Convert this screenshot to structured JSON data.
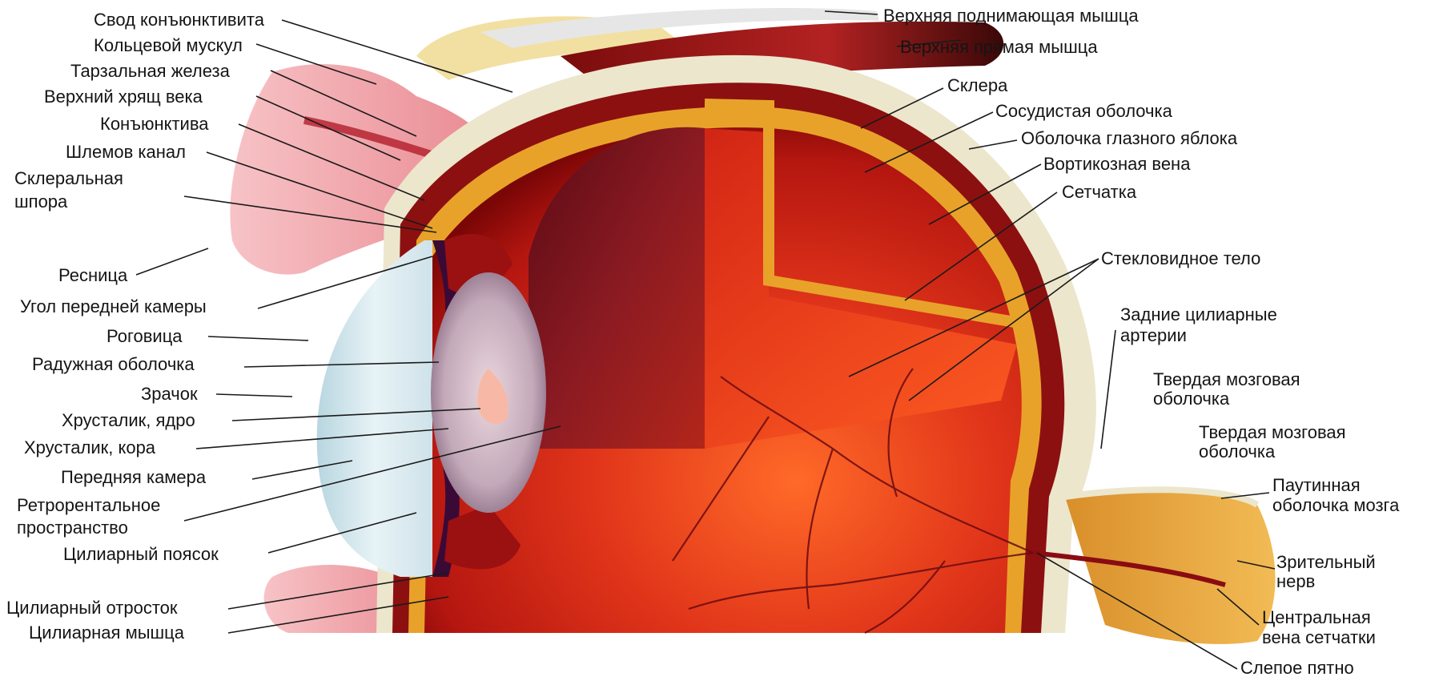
{
  "diagram": {
    "labels": {
      "svod": "Свод конъюнктивита",
      "koltsevoy": "Кольцевой мускул",
      "tarzalnaya": "Тарзальная железа",
      "khryashch": "Верхний хрящ века",
      "konyunktiva": "Конъюнктива",
      "shlemov": "Шлемов канал",
      "skleralnaya_1": "Склеральная",
      "skleralnaya_2": "шпора",
      "resnitsa": "Ресница",
      "ugol": "Угол передней камеры",
      "rogovitsa": "Роговица",
      "raduzhnaya": "Радужная оболочка",
      "zrachok": "Зрачок",
      "yadro": "Хрусталик, ядро",
      "kora": "Хрусталик, кора",
      "perednyaya": "Передняя камера",
      "retro_1": "Ретрорентальное",
      "retro_2": "пространство",
      "poyasok": "Цилиарный поясок",
      "otrostok": "Цилиарный отросток",
      "myshtsa": "Цилиарная мышца",
      "verkh_podn": "Верхняя поднимающая мышца",
      "verkh_pryam": "Верхняя прямая мышца",
      "sklera": "Склера",
      "sosudistaya": "Сосудистая оболочка",
      "obolochka_gl": "Оболочка глазного яблока",
      "vortikoznaya": "Вортикозная вена",
      "setchatka": "Сетчатка",
      "steklovidnoe": "Стекловидное тело",
      "zadnie_1": "Задние цилиарные",
      "zadnie_2": "артерии",
      "tverdaya1_1": "Твердая мозговая",
      "tverdaya1_2": "оболочка",
      "tverdaya2_1": "Твердая мозговая",
      "tverdaya2_2": "оболочка",
      "pautinnaya_1": "Паутинная",
      "pautinnaya_2": "оболочка мозга",
      "zritelny_1": "Зрительный",
      "zritelny_2": "нерв",
      "tsentralnaya_1": "Центральная",
      "tsentralnaya_2": "вена сетчатки",
      "slepoe": "Слепое пятно"
    },
    "colors": {
      "interior_red": "#d42414",
      "interior_dark": "#7a0606",
      "vitreous_bright": "#ff5a1e",
      "sclera": "#ece6cc",
      "choroid": "#8c1010",
      "retina": "#e8a22a",
      "cornea": "#dcecf2",
      "lens": "#c9b7c7",
      "muscle": "#a01a1a",
      "eyelid": "#f2a3a8",
      "nerve": "#e7a83a",
      "fat": "#f0da92",
      "vessel": "#6a0a10",
      "label_text": "#151515"
    }
  }
}
